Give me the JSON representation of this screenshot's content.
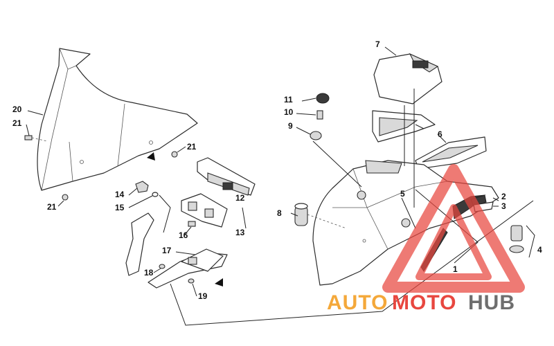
{
  "callouts": [
    "1",
    "2",
    "3",
    "4",
    "5",
    "6",
    "7",
    "8",
    "9",
    "10",
    "11",
    "12",
    "13",
    "14",
    "15",
    "16",
    "17",
    "18",
    "19",
    "20",
    "21"
  ],
  "watermark": {
    "part1": "AUTO",
    "part2": "MOTO",
    "part3": "HUB",
    "color_orange": "#f4a83a",
    "color_red": "#e8473f",
    "color_gray": "#6e6e6e"
  }
}
